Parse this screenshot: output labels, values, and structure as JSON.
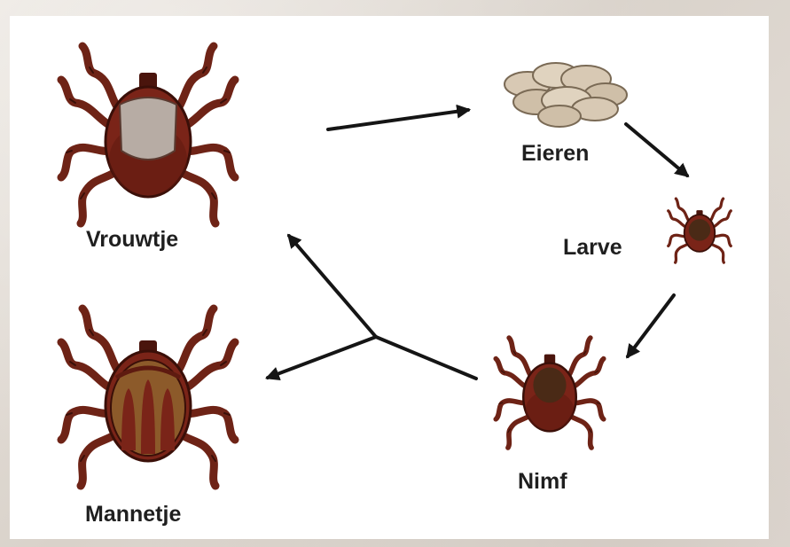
{
  "labels": {
    "female": "Vrouwtje",
    "eggs": "Eieren",
    "larva": "Larve",
    "nymph": "Nimf",
    "male": "Mannetje"
  },
  "colors": {
    "tick_body": "#7a2418",
    "tick_dark": "#4a140c",
    "tick_legs": "#6e2316",
    "female_shield": "#b7aca4",
    "male_shield": "#8c5a2a",
    "egg": "#d8c9b4",
    "arrow": "#151515",
    "background": "#e3ddd6",
    "panel": "#ffffff"
  },
  "icons": [
    "tick-female-icon",
    "egg-cluster-icon",
    "tick-larva-icon",
    "tick-nymph-icon",
    "tick-male-icon",
    "arrow-icon"
  ]
}
